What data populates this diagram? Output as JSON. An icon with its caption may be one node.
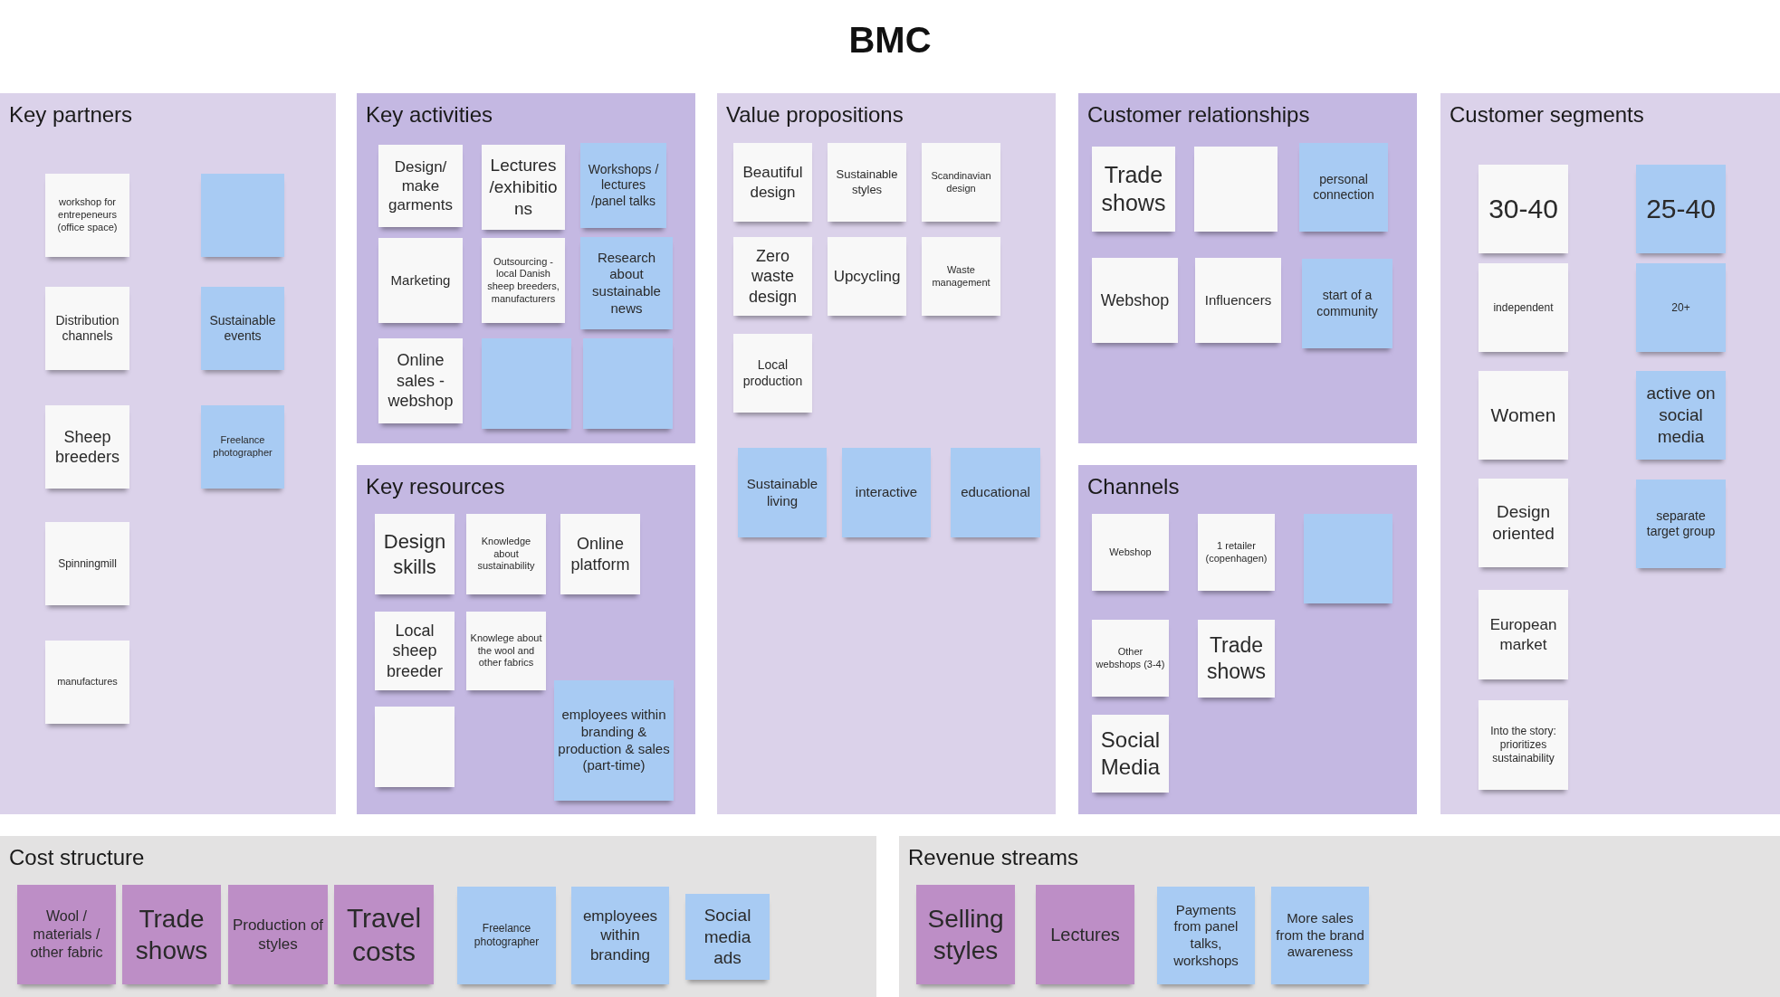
{
  "diagram": {
    "title": "BMC",
    "nodes": [
      {
        "text": [
          "Key partners"
        ]
      },
      {
        "text": [
          "workshop for entrepeneurs (office space)"
        ],
        "in": 0
      },
      {
        "text": [],
        "shape": "box",
        "in": 0
      },
      {
        "text": [
          "Distribution channels"
        ],
        "in": 0
      },
      {
        "text": [
          "Sustainable events"
        ],
        "in": 0
      },
      {
        "text": [
          "Sheep breeders"
        ],
        "in": 0
      },
      {
        "text": [
          "Freelance photographer"
        ],
        "in": 0
      },
      {
        "text": [
          "Spinningmill"
        ],
        "in": 0
      },
      {
        "text": [
          "manufactures"
        ],
        "in": 0
      },
      {
        "text": [
          "Key activities"
        ]
      },
      {
        "text": [
          "Design/ make garments"
        ],
        "in": 9
      },
      {
        "text": [
          "Lectures /exhibitions"
        ],
        "in": 9
      },
      {
        "text": [
          "Workshops / lectures /panel talks"
        ],
        "in": 9
      },
      {
        "text": [
          "Marketing"
        ],
        "in": 9
      },
      {
        "text": [
          "Outsourcing - local Danish sheep breeders, manufacturers"
        ],
        "in": 9
      },
      {
        "text": [
          "Research about sustainable news"
        ],
        "in": 9
      },
      {
        "text": [
          "Online sales - webshop"
        ],
        "in": 9
      },
      {
        "text": [],
        "shape": "box",
        "in": 9
      },
      {
        "text": [],
        "shape": "box",
        "in": 9
      },
      {
        "text": [
          "Key resources"
        ]
      },
      {
        "text": [
          "Design skills"
        ],
        "in": 19
      },
      {
        "text": [
          "Knowledge about sustainability"
        ],
        "in": 19
      },
      {
        "text": [
          "Online platform"
        ],
        "in": 19
      },
      {
        "text": [
          "Local sheep breeder"
        ],
        "in": 19
      },
      {
        "text": [
          "Knowlege about the wool and other fabrics"
        ],
        "in": 19
      },
      {
        "text": [],
        "shape": "box",
        "in": 19
      },
      {
        "text": [
          "employees within branding & production & sales (part-time)"
        ],
        "in": 19
      },
      {
        "text": [
          "Value propositions"
        ]
      },
      {
        "text": [
          "Beautiful design"
        ],
        "in": 27
      },
      {
        "text": [
          "Sustainable styles"
        ],
        "in": 27
      },
      {
        "text": [
          "Scandinavian design"
        ],
        "in": 27
      },
      {
        "text": [
          "Zero waste design"
        ],
        "in": 27
      },
      {
        "text": [
          "Upcycling"
        ],
        "in": 27
      },
      {
        "text": [
          "Waste management"
        ],
        "in": 27
      },
      {
        "text": [
          "Local production"
        ],
        "in": 27
      },
      {
        "text": [
          "Sustainable living"
        ],
        "in": 27
      },
      {
        "text": [
          "interactive"
        ],
        "in": 27
      },
      {
        "text": [
          "educational"
        ],
        "in": 27
      },
      {
        "text": [
          "Customer relationships"
        ]
      },
      {
        "text": [
          "Trade shows"
        ],
        "in": 38
      },
      {
        "text": [],
        "shape": "box",
        "in": 38
      },
      {
        "text": [
          "personal connection"
        ],
        "in": 38
      },
      {
        "text": [
          "Webshop"
        ],
        "in": 38
      },
      {
        "text": [
          "Influencers"
        ],
        "in": 38
      },
      {
        "text": [
          "start of a community"
        ],
        "in": 38
      },
      {
        "text": [
          "Channels"
        ]
      },
      {
        "text": [
          "Webshop"
        ],
        "in": 45
      },
      {
        "text": [
          "1 retailer (copenhagen)"
        ],
        "in": 45
      },
      {
        "text": [],
        "shape": "box",
        "in": 45
      },
      {
        "text": [
          "Other webshops (3-4)"
        ],
        "in": 45
      },
      {
        "text": [
          "Trade shows"
        ],
        "in": 45
      },
      {
        "text": [
          "Social Media"
        ],
        "in": 45
      },
      {
        "text": [
          "Customer segments"
        ]
      },
      {
        "text": [
          "30-40"
        ],
        "in": 52
      },
      {
        "text": [
          "25-40"
        ],
        "in": 52
      },
      {
        "text": [
          "independent"
        ],
        "in": 52
      },
      {
        "text": [
          "20+"
        ],
        "in": 52
      },
      {
        "text": [
          "Women"
        ],
        "in": 52
      },
      {
        "text": [
          "active on social media"
        ],
        "in": 52
      },
      {
        "text": [
          "Design oriented"
        ],
        "in": 52
      },
      {
        "text": [
          "separate target group"
        ],
        "in": 52
      },
      {
        "text": [
          "European market"
        ],
        "in": 52
      },
      {
        "text": [
          "Into the story: prioritizes sustainability"
        ],
        "in": 52
      },
      {
        "text": [
          "Cost structure"
        ]
      },
      {
        "text": [
          "Wool / materials / other fabric"
        ],
        "in": 63
      },
      {
        "text": [
          "Trade shows"
        ],
        "in": 63
      },
      {
        "text": [
          "Production of styles"
        ],
        "in": 63
      },
      {
        "text": [
          "Travel costs"
        ],
        "in": 63
      },
      {
        "text": [
          "Freelance photographer"
        ],
        "in": 63
      },
      {
        "text": [
          "employees within branding"
        ],
        "in": 63
      },
      {
        "text": [
          "Social media ads"
        ],
        "in": 63
      },
      {
        "text": [
          "Revenue streams"
        ]
      },
      {
        "text": [
          "Selling styles"
        ],
        "in": 71
      },
      {
        "text": [
          "Lectures"
        ],
        "in": 71
      },
      {
        "text": [
          "Payments from panel talks, workshops"
        ],
        "in": 71
      },
      {
        "text": [
          "More sales from the brand awareness"
        ],
        "in": 71
      }
    ]
  }
}
